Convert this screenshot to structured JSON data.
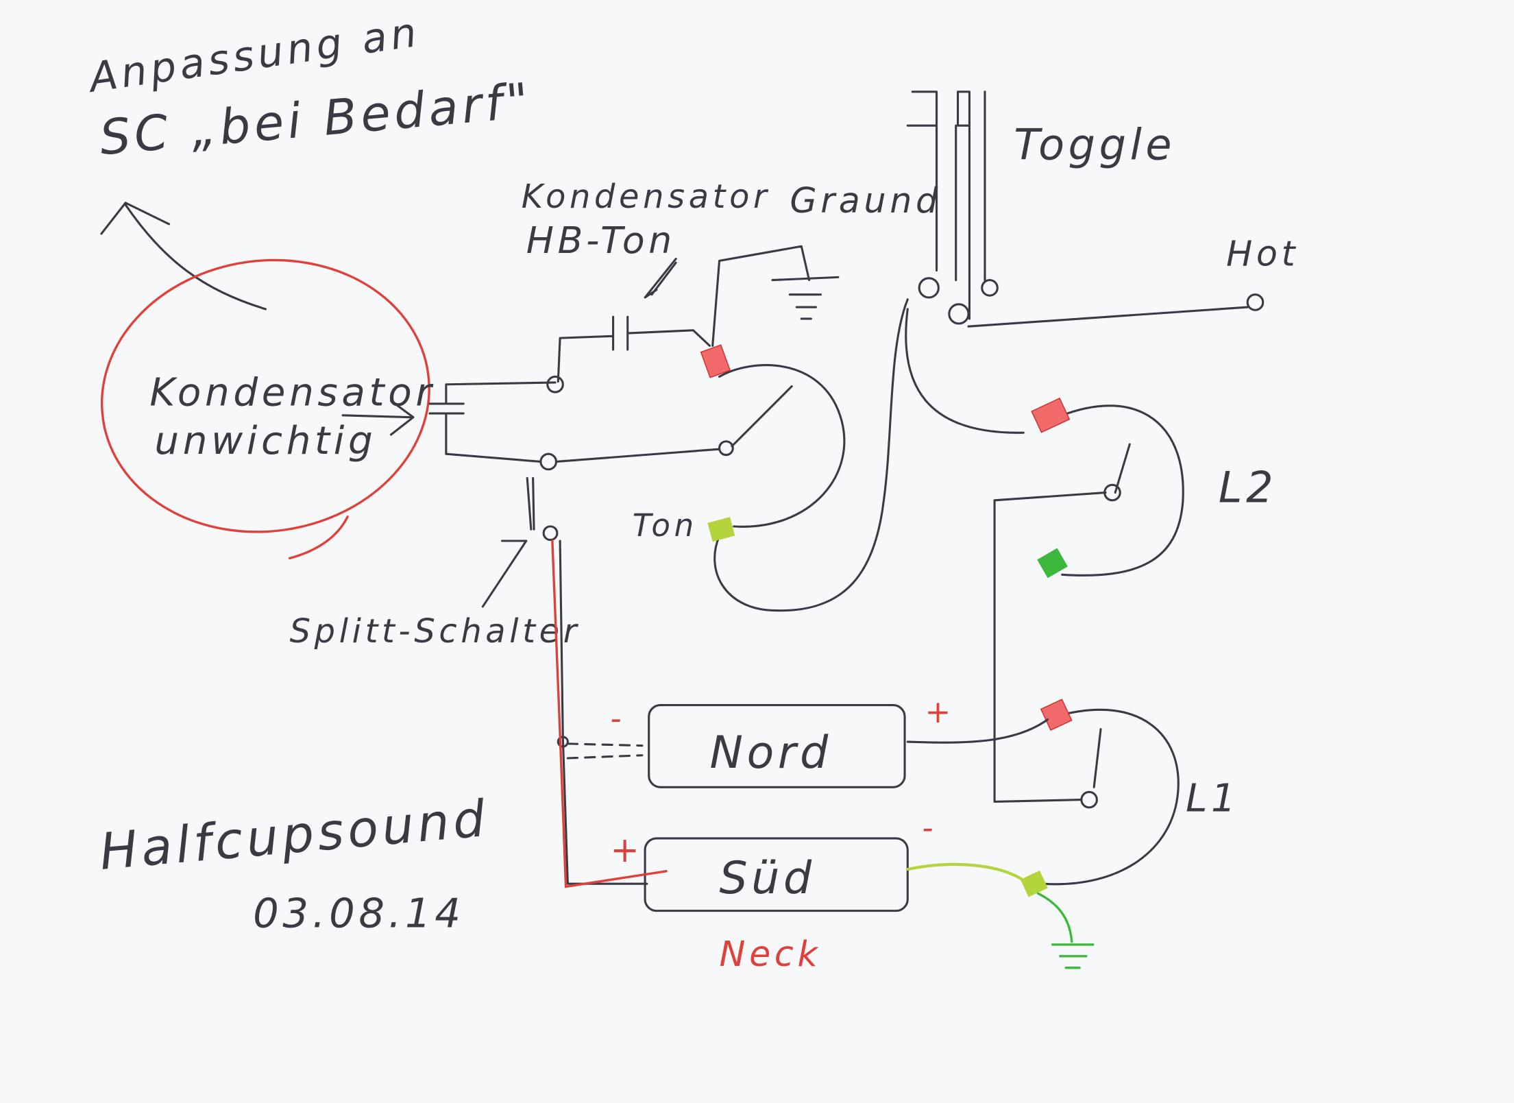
{
  "notes": {
    "adjust_line1": "Anpassung an",
    "adjust_line2": "SC „bei Bedarf\"",
    "cap_unimportant_line1": "Kondensator",
    "cap_unimportant_line2": "unwichtig",
    "cap_hb_line1": "Kondensator",
    "cap_hb_line2": "HB-Ton",
    "ground": "Graund",
    "toggle": "Toggle",
    "hot": "Hot",
    "tone": "Ton",
    "split_switch": "Splitt-Schalter",
    "l2": "L2",
    "l1": "L1",
    "title": "Halfcupsound",
    "date": "03.08.14"
  },
  "pickup": {
    "north": "Nord",
    "south": "Süd",
    "position": "Neck",
    "north_minus": "-",
    "north_plus": "+",
    "south_plus": "+",
    "south_minus": "-"
  },
  "colors": {
    "ink": "#3a3a44",
    "red": "#e0403a",
    "green": "#3db83d",
    "lime": "#b3d43a"
  }
}
